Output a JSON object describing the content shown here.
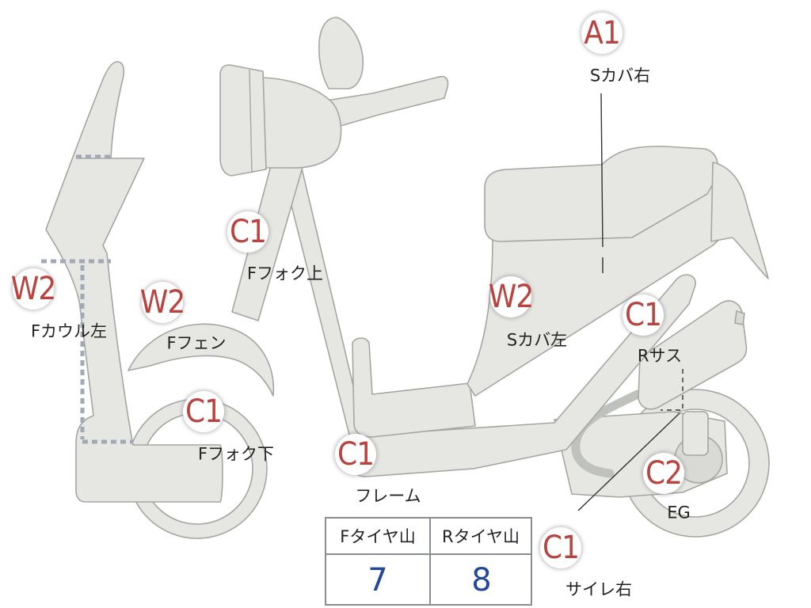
{
  "parts": [
    {
      "id": "s-cover-right",
      "code": "A1",
      "label": "Sカバ右"
    },
    {
      "id": "f-fork-upper",
      "code": "C1",
      "label": "Fフォク上"
    },
    {
      "id": "f-cowl-left",
      "code": "W2",
      "label": "Fカウル左"
    },
    {
      "id": "f-fender",
      "code": "W2",
      "label": "Fフェン"
    },
    {
      "id": "s-cover-left",
      "code": "W2",
      "label": "Sカバ左"
    },
    {
      "id": "r-suspension",
      "code": "C1",
      "label": "Rサス"
    },
    {
      "id": "f-fork-lower",
      "code": "C1",
      "label": "Fフォク下"
    },
    {
      "id": "frame",
      "code": "C1",
      "label": "フレーム"
    },
    {
      "id": "engine",
      "code": "C2",
      "label": "EG"
    },
    {
      "id": "muffler-right",
      "code": "C1",
      "label": "サイレ右"
    }
  ],
  "tire_tread": {
    "front_label": "Fタイヤ山",
    "front_value": "7",
    "rear_label": "Rタイヤ山",
    "rear_value": "8"
  },
  "colors": {
    "code": "#b8433f",
    "tread_value": "#24479a",
    "body": "#e6e7e3",
    "outline": "#a4a6a2"
  }
}
